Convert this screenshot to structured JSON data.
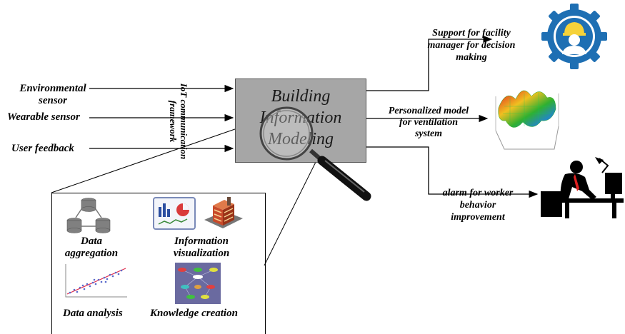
{
  "inputs": {
    "environmental": "Environmental\nsensor",
    "wearable": "Wearable sensor",
    "user_feedback": "User feedback"
  },
  "iot_label": "IoT communication framework",
  "bim": {
    "line1": "Building",
    "line2": "Information",
    "line3": "Modeling"
  },
  "outputs": {
    "facility": "Support  for facility\nmanager for decision\nmaking",
    "ventilation": "Personalized model\nfor ventilation\nsystem",
    "alarm": "alarm for worker\nbehavior\nimprovement"
  },
  "panel": {
    "data_aggregation": "Data\naggregation",
    "information_visualization": "Information\nvisualization",
    "data_analysis": "Data analysis",
    "knowledge_creation": "Knowledge creation"
  },
  "icons": [
    "engineer-gear-icon",
    "3d-surface-plot-icon",
    "worker-at-desk-icon",
    "database-cluster-icon",
    "dashboard-chart-icon",
    "building-3d-icon",
    "scatter-regression-icon",
    "knowledge-graph-icon",
    "magnifying-glass-icon"
  ]
}
